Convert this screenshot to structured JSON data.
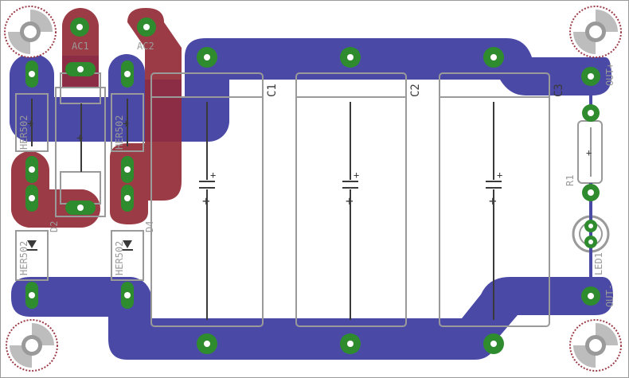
{
  "colors": {
    "background": "#ffffff",
    "border": "#9a9a9a",
    "top_copper": "#4b49a6",
    "bottom_copper": "#9b3b45",
    "overlap": "#8c2d45",
    "pad": "#2e8b2e",
    "silk": "#9a9a9a",
    "silk_dark": "#3a3a3a",
    "hole": "#ffffff",
    "mount_ring": "#9b3b45"
  },
  "labels": {
    "ac1": "AC1",
    "ac2": "AC2",
    "c1": "C1",
    "c2": "C2",
    "c3": "C3",
    "r1": "R1",
    "led1": "LED1",
    "d1": "HER502",
    "d2": "D2",
    "d3": "HER502",
    "d4": "D4",
    "d5": "HER502",
    "d6": "HER502",
    "out_pos": "OUT+",
    "out_neg": "OUT-",
    "plus": "+"
  },
  "icons": {
    "mount_hole": "mounting-hole-icon",
    "diode": "diode-symbol-icon",
    "capacitor": "polarized-capacitor-icon",
    "led": "led-outline-icon"
  }
}
